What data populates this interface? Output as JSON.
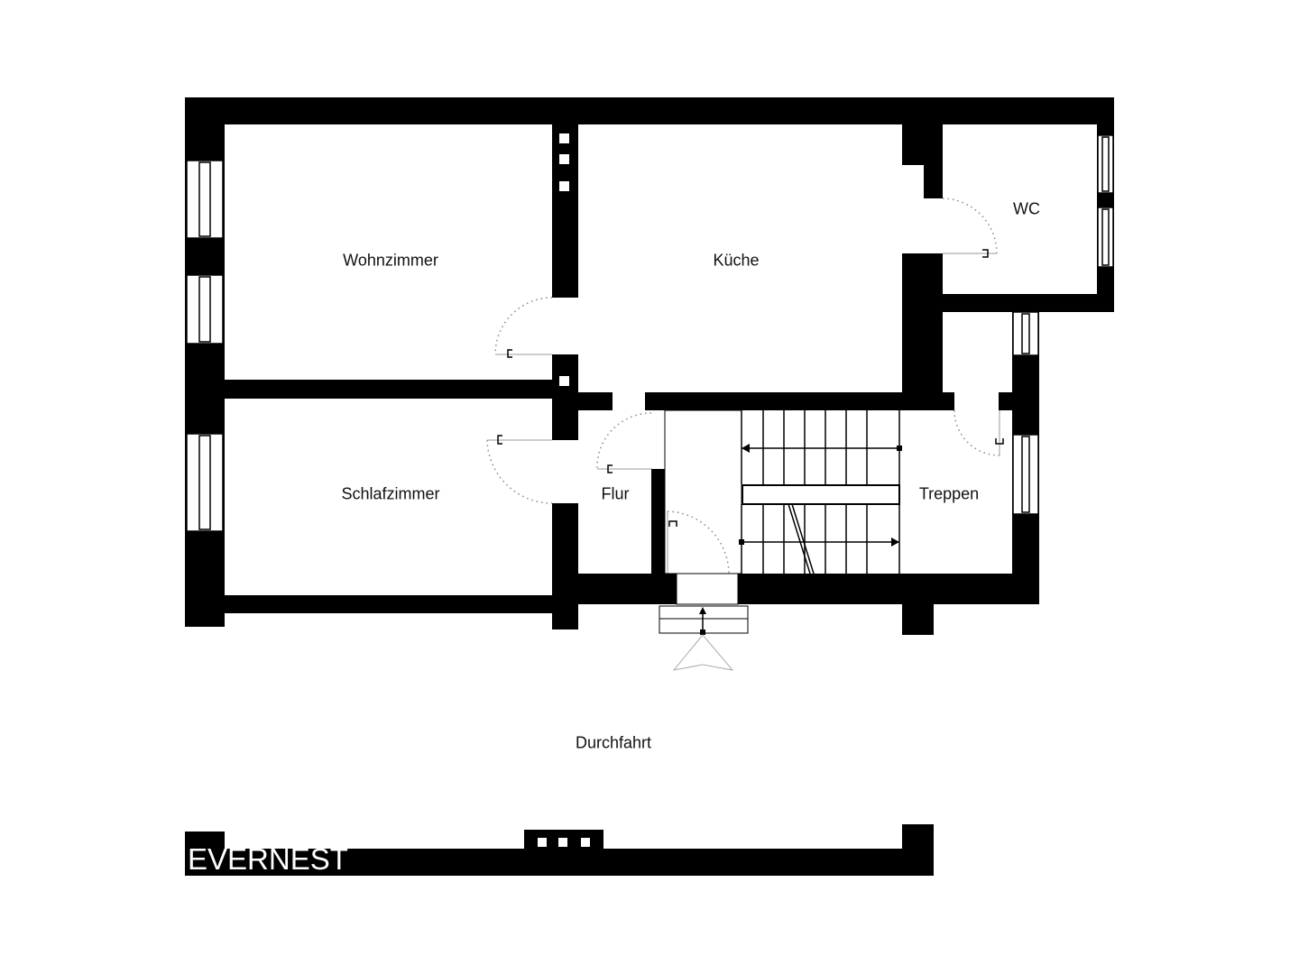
{
  "plan": {
    "rooms": [
      {
        "id": "wohnzimmer",
        "label": "Wohnzimmer"
      },
      {
        "id": "kueche",
        "label": "Küche"
      },
      {
        "id": "wc",
        "label": "WC"
      },
      {
        "id": "schlafzimmer",
        "label": "Schlafzimmer"
      },
      {
        "id": "flur",
        "label": "Flur"
      },
      {
        "id": "treppen",
        "label": "Treppen"
      }
    ],
    "outside_label": "Durchfahrt",
    "brand": "EVERNEST",
    "colors": {
      "wall": "#000000",
      "background": "#ffffff",
      "door_swing": "#888888"
    }
  }
}
